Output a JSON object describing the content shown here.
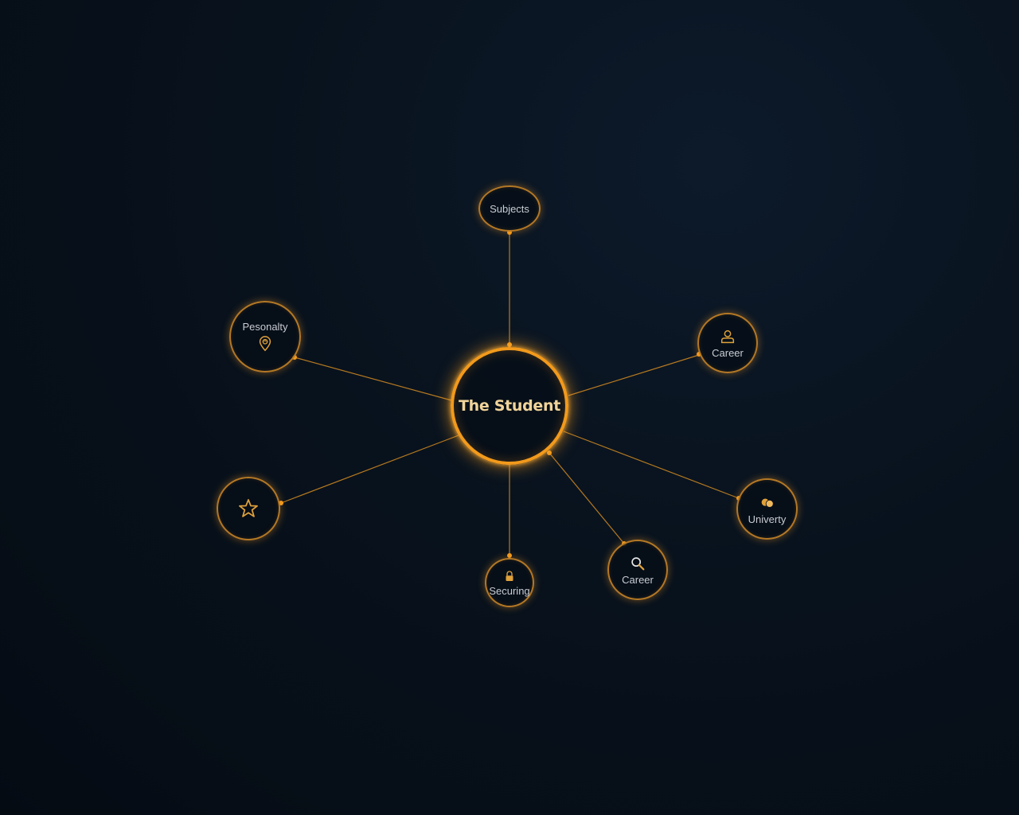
{
  "diagram": {
    "center": {
      "label": "The Student"
    },
    "nodes": [
      {
        "id": "subjects",
        "label": "Subjects",
        "icon": ""
      },
      {
        "id": "personality",
        "label": "Pesonalty",
        "icon": "location-pin-icon"
      },
      {
        "id": "career-top",
        "label": "Career",
        "icon": "person-icon"
      },
      {
        "id": "star",
        "label": "",
        "icon": "star-icon"
      },
      {
        "id": "university",
        "label": "Univerty",
        "icon": "overlapping-circles-icon"
      },
      {
        "id": "securing",
        "label": "Securing",
        "icon": "lock-icon"
      },
      {
        "id": "career-bottom",
        "label": "Career",
        "icon": "magnifier-icon"
      }
    ],
    "colors": {
      "accent": "#f29a1c",
      "connector": "#c98421",
      "text": "#c9ccd2",
      "center_text": "#f1d49a",
      "background": "#08121d"
    }
  }
}
